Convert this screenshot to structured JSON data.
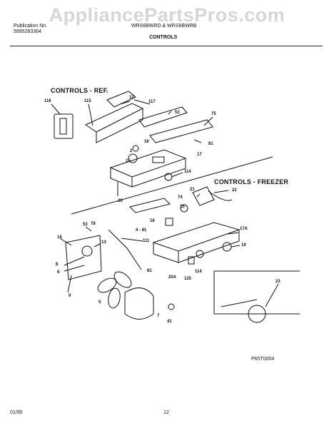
{
  "watermark": "AppliancePartsPros.com",
  "header": {
    "publication_label": "Publication No.",
    "publication_no": "5995263364",
    "model": "WRS6BWRD & WRS6BWRB",
    "section": "CONTROLS"
  },
  "diagram": {
    "title_ref": "CONTROLS - REF.",
    "title_freezer": "CONTROLS - FREEZER",
    "code": "P65T0004",
    "callouts": {
      "c116": "116",
      "c115": "115",
      "c12": "12",
      "c117": "117",
      "c53": "53",
      "c75": "75",
      "c81a": "81",
      "c2": "2",
      "c16": "16",
      "c17": "17",
      "c15": "15",
      "c114a": "114",
      "c20": "20",
      "c74": "74",
      "c21": "21",
      "c22": "22",
      "c15b": "15",
      "c53b": "53",
      "c78": "78",
      "c4": "4",
      "c81b": "81",
      "c18": "18",
      "c17a": "17A",
      "c14": "14",
      "c13": "13",
      "c19": "19",
      "c111": "111",
      "c8": "8",
      "c6": "6",
      "c81c": "81",
      "c20a": "20A",
      "c114b": "114",
      "c125": "125",
      "c9": "9",
      "c5": "5",
      "c7": "7",
      "c23": "23",
      "c41": "41"
    }
  },
  "footer": {
    "date": "01/95",
    "page": "12"
  }
}
